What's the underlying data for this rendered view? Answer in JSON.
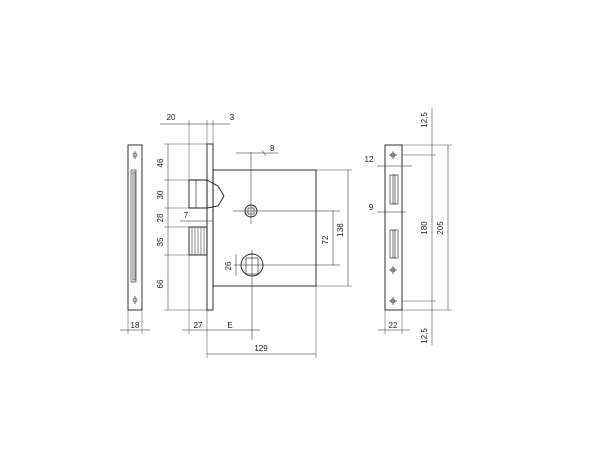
{
  "dimensions": {
    "forend_width_left": "18",
    "top_20": "20",
    "top_3": "3",
    "dia_8": "8",
    "v_46": "46",
    "v_30": "30",
    "v_28": "28",
    "h_7": "7",
    "v_35": "35",
    "v_66": "66",
    "v_26": "26",
    "v_72": "72",
    "v_138": "138",
    "h_27": "27",
    "h_E": "E",
    "h_129": "129",
    "r_12": "12",
    "r_9": "9",
    "r_12_5_top": "12,5",
    "r_180": "180",
    "r_205": "205",
    "r_22": "22",
    "r_12_5_bottom": "12,5"
  },
  "colors": {
    "line": "#1a1a1a",
    "background": "#ffffff"
  }
}
